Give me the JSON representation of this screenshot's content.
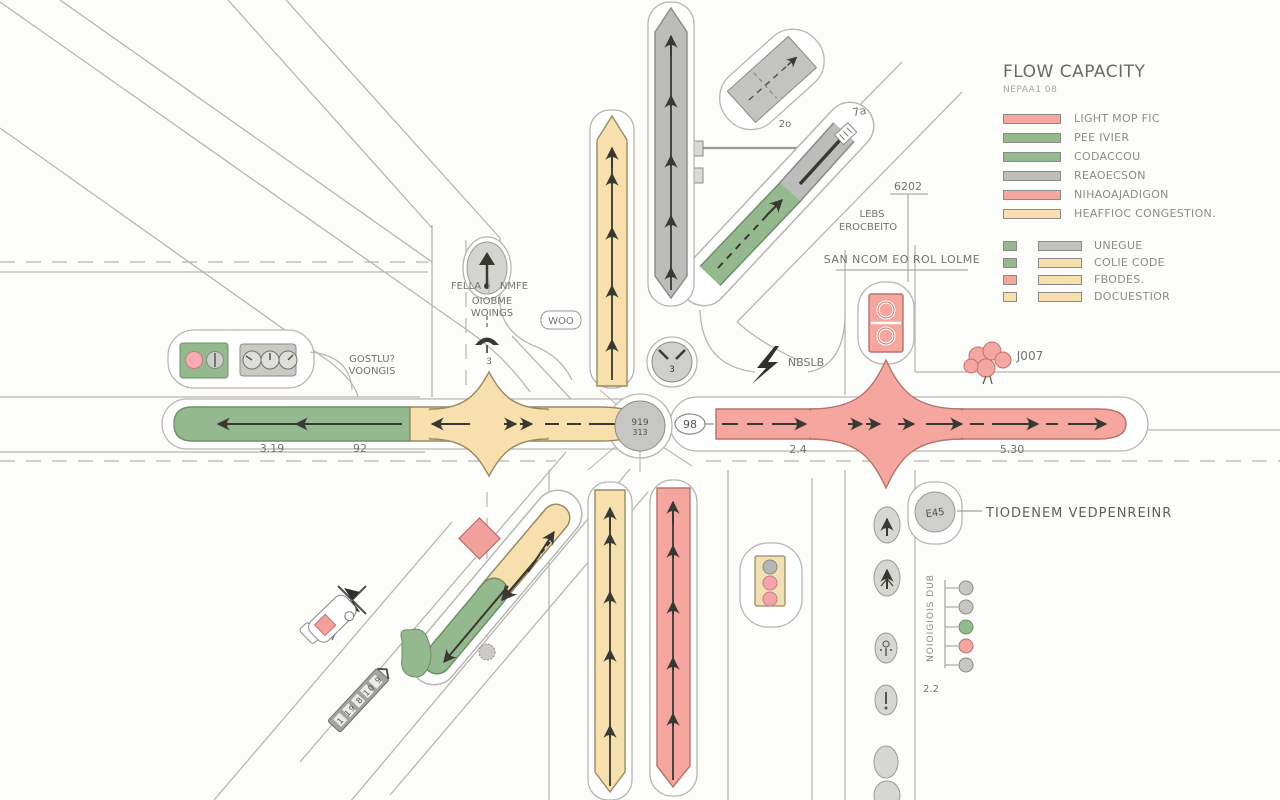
{
  "legend": {
    "title": "FLOW CAPACITY",
    "subtitle": "NEPAA1 08",
    "items": [
      {
        "label": "LIGHT MOP FIC",
        "color": "#f5a69e"
      },
      {
        "label": "PEE IVIER",
        "color": "#95b98e"
      },
      {
        "label": "CODACCOU",
        "color": "#95b98e"
      },
      {
        "label": "REAOECSON",
        "color": "#bdbdba"
      },
      {
        "label": "NIHAOAJADIGON",
        "color": "#f5a69e"
      },
      {
        "label": "HEAFFIOC CONGESTION.",
        "color": "#f7e0ad"
      }
    ],
    "groups": [
      {
        "label": "UNEGUE",
        "sq": "#95b98e",
        "bar": "#c2c2bf"
      },
      {
        "label": "COLIE CODE",
        "sq": "#95b98e",
        "bar": "#f7e0ad"
      },
      {
        "label": "FBODES.",
        "sq": "#f5a69e",
        "bar": "#f7e0ad"
      },
      {
        "label": "DOCUESTIOR",
        "sq": "#f7e0ad",
        "bar": "#f7e0ad"
      }
    ]
  },
  "annotations": {
    "fella": "FELLA",
    "nmfe": "NMFE",
    "oiobme": "OIOBME",
    "woings": "WOINGS",
    "woo": "WOO",
    "gostlu_line1": "GOSTLU?",
    "gostlu_line2": "VOONGIS",
    "ref_6202": "6202",
    "lebs": "LEBS",
    "erocbeito": "EROCBEITO",
    "san_ncom": "SAN NCOM EO ROL LOLME",
    "nbslb": "NBSLB",
    "j007": "J007",
    "tiodenem": "TIODENEM VEDPENREINR",
    "marker_2o": "2o",
    "marker_7a": "7a",
    "hub_top": "919",
    "hub_bottom": "313",
    "crossing_3": "3",
    "umbrella_3": "3",
    "e45": "E45",
    "vertical_note": "NOIOIGIOIS DUB",
    "sign_digits": "1 19 8 10 9"
  },
  "measurements": {
    "m319": "3.19",
    "m92": "92",
    "m98": "98",
    "m24": "2.4",
    "m530": "5.30",
    "m22": "2.2"
  },
  "colors": {
    "flow_red": "#f5a69e",
    "flow_green": "#95b98e",
    "flow_yellow": "#f7e0ad",
    "flow_gray": "#bcbcba",
    "arrow": "#3a3833",
    "road_line": "#bab6af",
    "text": "#76736e"
  }
}
